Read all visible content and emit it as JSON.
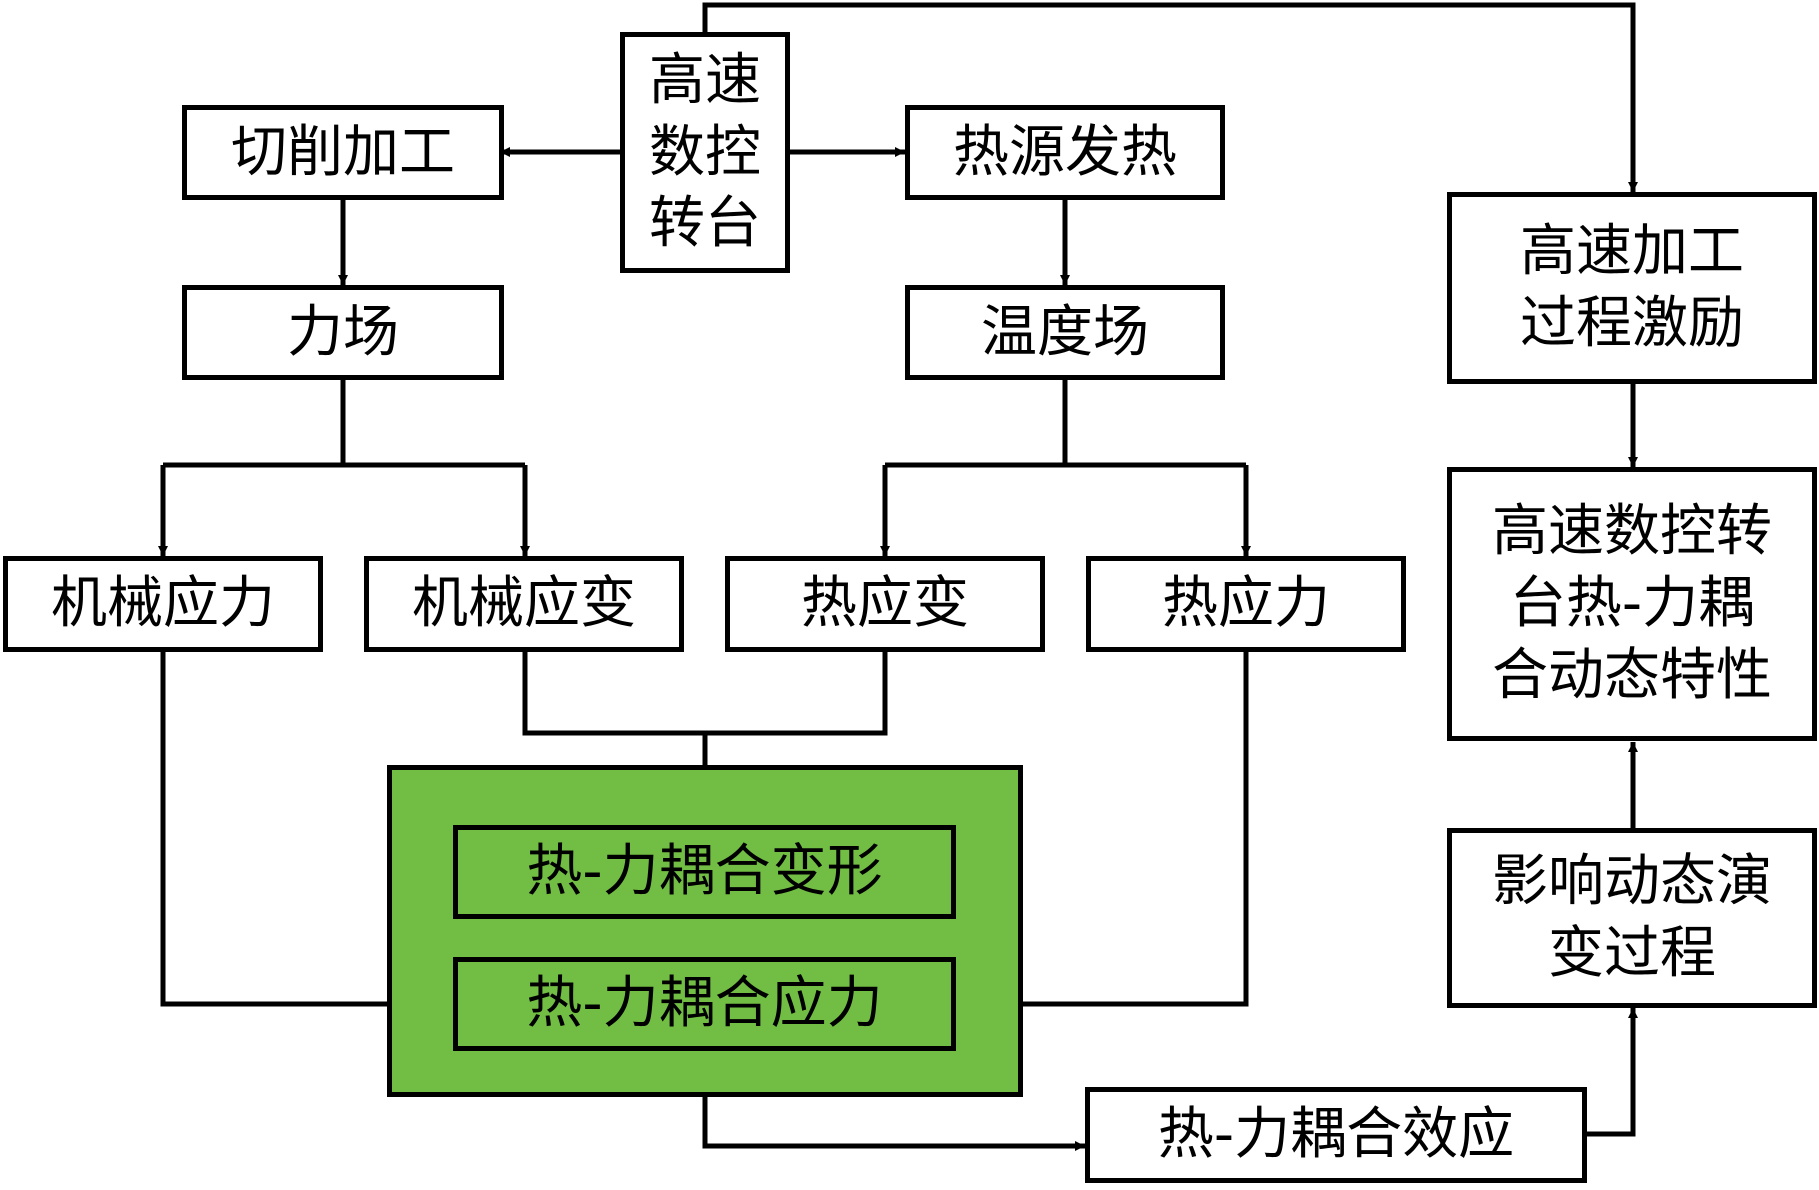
{
  "colors": {
    "stroke": "#000000",
    "panel_fill": "#72be44",
    "node_fill": "#ffffff"
  },
  "nodes": {
    "center": "高速\n数控\n转台",
    "cutting": "切削加工",
    "heat_source": "热源发热",
    "force_field": "力场",
    "temperature_field": "温度场",
    "mech_stress": "机械应力",
    "mech_strain": "机械应变",
    "thermal_strain": "热应变",
    "thermal_stress": "热应力",
    "coupled_deformation": "热-力耦合变形",
    "coupled_stress": "热-力耦合应力",
    "coupled_effect": "热-力耦合效应",
    "excitation": "高速加工\n过程激励",
    "dynamic_characteristics": "高速数控转\n台热-力耦\n合动态特性",
    "evolution": "影响动态演\n变过程"
  }
}
